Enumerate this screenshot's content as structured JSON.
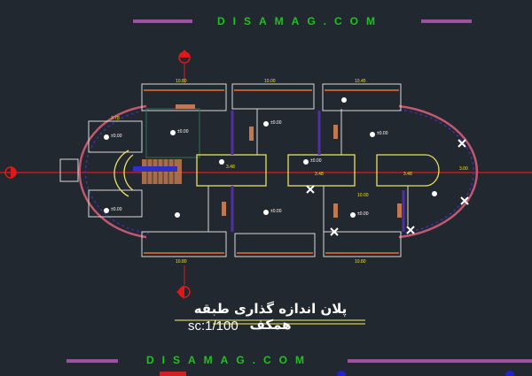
{
  "watermark_top": "DISAMAG.COM",
  "watermark_bottom": "DISAMAG.COM",
  "drawing": {
    "title": "پلان اندازه گذاری طبقه همکف",
    "scale": "sc:1/100"
  },
  "dimensions": {
    "top_left": "10.80",
    "top_mid": "10.00",
    "top_right": "10.45",
    "left_room": "3.78",
    "corridor_left": "3.48",
    "corridor_mid": "3.48",
    "corridor_right": "3.48",
    "right_axis": "3.00",
    "bottom_mid": "10.00",
    "bottom_left": "10.80",
    "bottom_right": "10.80"
  },
  "levels": {
    "room_a": "±0.00",
    "room_b": "±0.00",
    "room_c": "±0.00",
    "room_d": "±0.00",
    "room_e": "±0.00",
    "room_f": "±0.00",
    "room_g": "±0.00",
    "room_h": "±0.00"
  },
  "colors": {
    "background": "#222830",
    "watermark": "#1fc21f",
    "axis": "#e01818",
    "dimension": "#f0e020",
    "wall": "#d8d8d8",
    "outline_arc": "#c05870"
  }
}
